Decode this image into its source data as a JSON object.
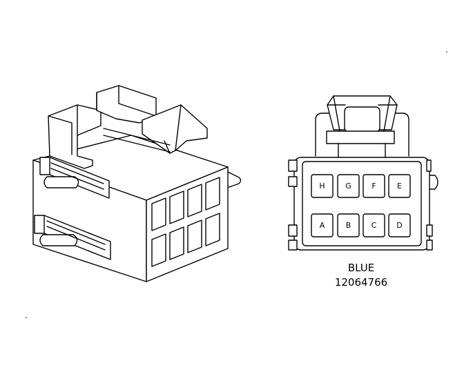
{
  "connector": {
    "color_name": "BLUE",
    "part_number": "12064766",
    "cavities_top": [
      "H",
      "G",
      "F",
      "E"
    ],
    "cavities_bottom": [
      "A",
      "B",
      "C",
      "D"
    ]
  }
}
